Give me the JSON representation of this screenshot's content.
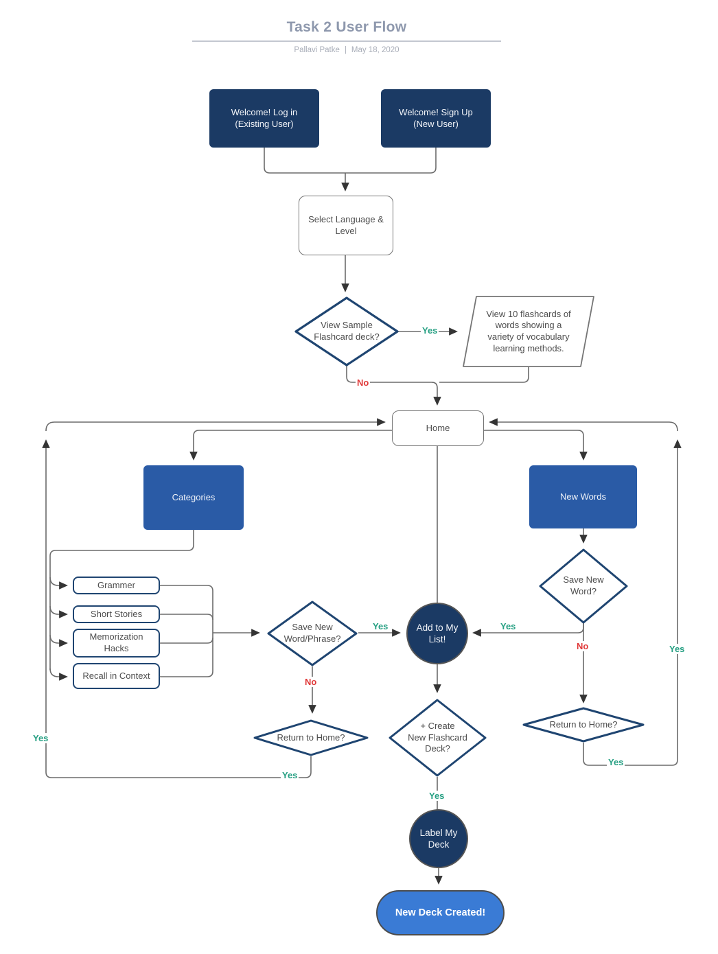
{
  "header": {
    "title": "Task 2 User Flow",
    "author": "Pallavi Patke",
    "separator": "|",
    "date": "May 18, 2020"
  },
  "labels": {
    "yes": "Yes",
    "no": "No"
  },
  "nodes": {
    "login": {
      "label": "Welcome! Log in\n(Existing User)"
    },
    "signup": {
      "label": "Welcome! Sign Up\n(New User)"
    },
    "select_language": {
      "label": "Select Language &\nLevel"
    },
    "view_sample_deck": {
      "label": "View Sample\nFlashcard deck?"
    },
    "view_flashcards": {
      "label": "View 10 flashcards of\nwords showing a\nvariety of vocabulary\nlearning methods."
    },
    "home": {
      "label": "Home"
    },
    "categories": {
      "label": "Categories"
    },
    "new_words": {
      "label": "New Words"
    },
    "grammer": {
      "label": "Grammer"
    },
    "short_stories": {
      "label": "Short Stories"
    },
    "memorization_hacks": {
      "label": "Memorization\nHacks"
    },
    "recall_in_context": {
      "label": "Recall in Context"
    },
    "save_new_word_phrase": {
      "label": "Save New\nWord/Phrase?"
    },
    "add_to_my_list": {
      "label": "Add to My\nList!"
    },
    "save_new_word": {
      "label": "Save New\nWord?"
    },
    "return_to_home_left": {
      "label": "Return to Home?"
    },
    "return_to_home_right": {
      "label": "Return to Home?"
    },
    "create_new_deck": {
      "label": "+ Create\nNew Flashcard\nDeck?"
    },
    "label_my_deck": {
      "label": "Label My\nDeck"
    },
    "new_deck_created": {
      "label": "New Deck Created!"
    }
  },
  "colors": {
    "dark_navy": "#1b3a64",
    "medium_blue": "#2a5ba6",
    "bright_blue": "#3a7bd5",
    "diamond_border": "#1f4571",
    "yes_green": "#27a083",
    "no_red": "#e03a3a",
    "connector_gray": "#6b6b6b",
    "title_gray": "#8e98ad"
  }
}
